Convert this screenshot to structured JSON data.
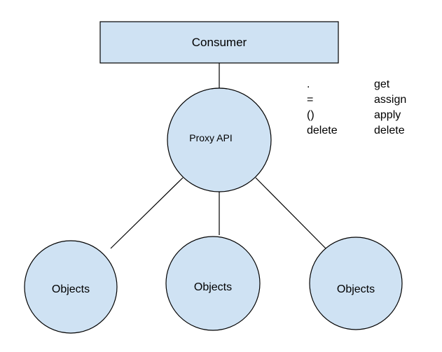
{
  "colors": {
    "fill": "#cfe2f3",
    "stroke": "#000000",
    "text": "#000000",
    "background": "#ffffff"
  },
  "nodes": {
    "consumer": "Consumer",
    "proxy": "Proxy API",
    "objects_left": "Objects",
    "objects_center": "Objects",
    "objects_right": "Objects"
  },
  "mapping": [
    {
      "operator": ".",
      "trap": "get"
    },
    {
      "operator": "=",
      "trap": "assign"
    },
    {
      "operator": "()",
      "trap": "apply"
    },
    {
      "operator": "delete",
      "trap": "delete"
    }
  ]
}
